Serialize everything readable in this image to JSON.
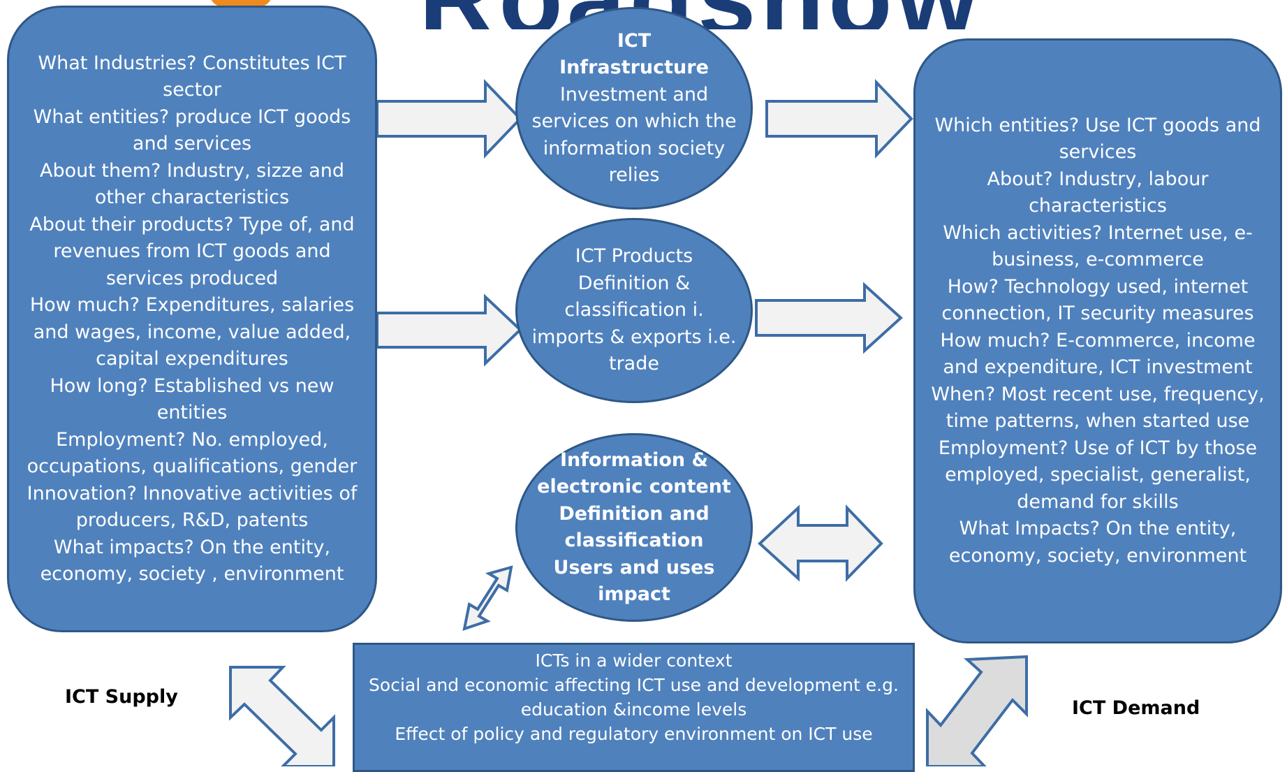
{
  "banner": {
    "partial_title": "Roadshow"
  },
  "supply_box": {
    "text": "What Industries? Constitutes ICT sector\nWhat entities? produce ICT goods and services\nAbout them? Industry, sizze and other characteristics\nAbout their  products? Type of, and revenues from ICT goods and services produced\nHow much?  Expenditures, salaries and wages, income, value added, capital expenditures\nHow long? Established vs new entities\nEmployment? No. employed, occupations, qualifications, gender\nInnovation? Innovative activities of producers, R&D, patents\nWhat impacts? On the entity, economy, society , environment"
  },
  "infrastructure": {
    "title": "ICT\nInfrastructure",
    "body": "Investment and services on which the information society relies"
  },
  "products": {
    "text": "ICT Products Definition & classification i. imports & exports i.e. trade"
  },
  "content": {
    "text": "Information & electronic content Definition and classification Users and uses impact"
  },
  "demand_box": {
    "text": "Which entities? Use ICT goods and services\nAbout? Industry, labour characteristics\nWhich activities? Internet use, e-business, e-commerce\nHow? Technology used, internet connection, IT security measures\nHow much? E-commerce, income and expenditure, ICT investment\nWhen? Most recent use, frequency, time patterns, when started use\nEmployment? Use of ICT by those employed,  specialist, generalist, demand for skills\nWhat Impacts? On the entity, economy, society, environment"
  },
  "context_box": {
    "text": "ICTs in a wider context\nSocial and economic affecting ICT use and development e.g. education &income levels\nEffect of policy and regulatory environment on ICT use"
  },
  "labels": {
    "supply": "ICT  Supply",
    "demand": "ICT  Demand"
  },
  "colors": {
    "shape_fill": "#4f81bd",
    "shape_border": "#2e5785",
    "arrow_fill": "#f2f2f2",
    "arrow_stroke": "#3d6da6",
    "title_color": "#1a3d78"
  }
}
